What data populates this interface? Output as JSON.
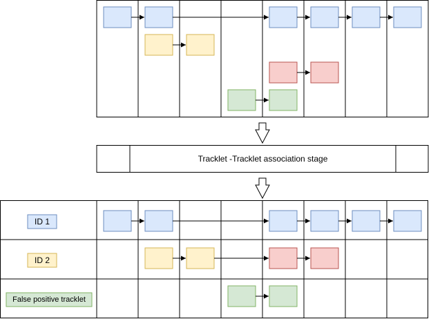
{
  "stage_label": "Tracklet -Tracklet association stage",
  "legend": {
    "id1": "ID 1",
    "id2": "ID 2",
    "false_positive": "False positive tracklet"
  },
  "colors": {
    "blue_fill": "#dae8fc",
    "blue_stroke": "#6c8ebf",
    "yellow_fill": "#fff2cc",
    "yellow_stroke": "#d6b656",
    "red_fill": "#f8cecc",
    "red_stroke": "#b85450",
    "green_fill": "#d5e8d4",
    "green_stroke": "#82b366"
  }
}
